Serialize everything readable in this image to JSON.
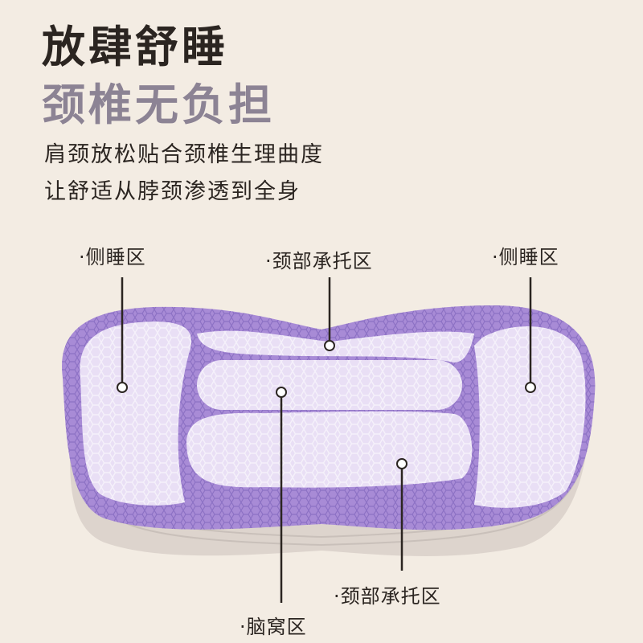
{
  "headline": {
    "line1": "放肆舒睡",
    "line2": "颈椎无负担"
  },
  "description": {
    "line1": "肩颈放松贴合颈椎生理曲度",
    "line2": "让舒适从脖颈渗透到全身"
  },
  "callouts": {
    "side_left": "·侧睡区",
    "neck_top": "·颈部承托区",
    "side_right": "·侧睡区",
    "neck_bottom": "·颈部承托区",
    "head_hollow": "·脑窝区"
  },
  "colors": {
    "background": "#f3ece3",
    "gel_purple": "#a88bd6",
    "gel_light": "#e9dff5",
    "base": "#dcd3cc"
  }
}
